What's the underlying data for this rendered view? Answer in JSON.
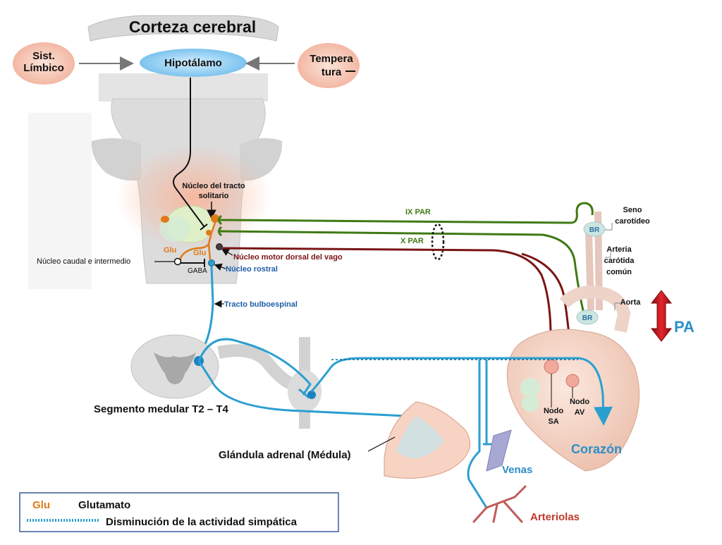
{
  "title": "Corteza cerebral",
  "inputs": {
    "limbic_line1": "Sist.",
    "limbic_line2": "Límbico",
    "hypothalamus": "Hipotálamo",
    "temperature_line1": "Tempera",
    "temperature_line2": "tura"
  },
  "brainstem": {
    "nts_line1": "Núcleo del tracto",
    "nts_line2": "solitario",
    "caudal": "Núcleo caudal e intermedio",
    "glu1": "Glu",
    "glu2": "Glu",
    "gaba": "GABA",
    "motor_vagus": "Núcleo motor dorsal del vago",
    "rostral": "Núcleo rostral",
    "bulbospinal": "Tracto bulboespinal"
  },
  "nerves": {
    "ix": "IX PAR",
    "x": "X PAR"
  },
  "vessels": {
    "carotid_sinus_line1": "Seno",
    "carotid_sinus_line2": "carotídeo",
    "br": "BR",
    "common_carotid_line1": "Arteria",
    "common_carotid_line2": "carótida",
    "common_carotid_line3": "común",
    "aorta": "Aorta"
  },
  "pa": "PA",
  "heart": {
    "sa_line1": "Nodo",
    "sa_line2": "SA",
    "av_line1": "Nodo",
    "av_line2": "AV",
    "label": "Corazón"
  },
  "spinal_segment": "Segmento medular T2 – T4",
  "adrenal": "Glándula adrenal (Médula)",
  "veins": "Venas",
  "arterioles": "Arteriolas",
  "legend": {
    "glu_abbrev": "Glu",
    "glu_name": "Glutamato",
    "dotted_meaning": "Disminución de la actividad simpática"
  },
  "colors": {
    "green_nerve": "#3f7a14",
    "vagal_red": "#7a1414",
    "sympathetic_blue": "#2b9fd0",
    "glutamate_orange": "#e07a1a",
    "pa_arrow": "#c8141a",
    "heart_label": "#2b8fc8",
    "arteriole_label": "#c0392b",
    "rostral_label": "#1f5fa8"
  }
}
